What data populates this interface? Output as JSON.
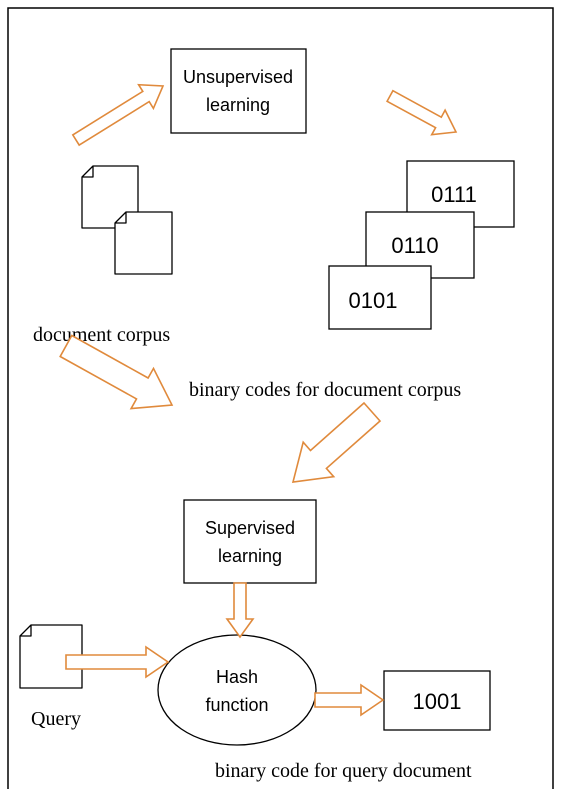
{
  "colors": {
    "arrow_stroke": "#e08a3c",
    "arrow_fill": "#ffffff",
    "line": "#000000",
    "background": "#ffffff"
  },
  "unsupervised_box": {
    "line1": "Unsupervised",
    "line2": "learning"
  },
  "supervised_box": {
    "line1": "Supervised",
    "line2": "learning"
  },
  "hash_function": {
    "line1": "Hash",
    "line2": "function"
  },
  "codes": {
    "back": "0111",
    "middle": "0110",
    "front": "0101",
    "query": "1001"
  },
  "labels": {
    "document_corpus": "document corpus",
    "binary_codes_corpus": "binary codes for document corpus",
    "query": "Query",
    "binary_code_query": "binary code for query document"
  }
}
